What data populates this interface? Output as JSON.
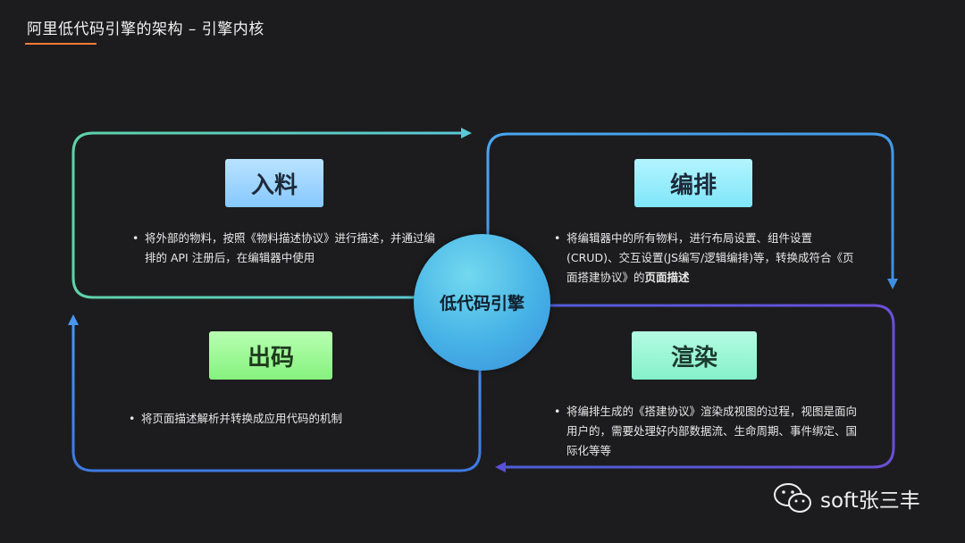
{
  "header": {
    "title": "阿里低代码引擎的架构 – 引擎内核",
    "accent_color": "#ff7a3a"
  },
  "center": {
    "label": "低代码引擎",
    "color": "#46b2e6"
  },
  "quadrants": {
    "intake": {
      "label": "入料",
      "description": "将外部的物料，按照《物料描述协议》进行描述，并通过编排的 API 注册后，在编辑器中使用",
      "color": "#86c8ff"
    },
    "arrange": {
      "label": "编排",
      "description_main": "将编辑器中的所有物料，进行布局设置、组件设置(CRUD)、交互设置(JS编写/逻辑编排)等，转换成符合《页面搭建协议》的",
      "description_bold": "页面描述",
      "color": "#7fe6f8"
    },
    "output": {
      "label": "出码",
      "description": "将页面描述解析并转换成应用代码的机制",
      "color": "#86f27f"
    },
    "render": {
      "label": "渲染",
      "description": "将编排生成的《搭建协议》渲染成视图的过程，视图是面向用户的，需要处理好内部数据流、生命周期、事件绑定、国际化等等",
      "color": "#85f1ca"
    }
  },
  "watermark": {
    "text": "soft张三丰",
    "icon": "wechat-icon"
  },
  "flow_colors": {
    "green_teal": [
      "#5fd3a8",
      "#59c9d6"
    ],
    "blue": [
      "#4aa6f0",
      "#3f8fe0"
    ],
    "purple": [
      "#6a4fd6",
      "#4d5fd9"
    ],
    "blue_dark": [
      "#3d7ae0",
      "#4a96ef"
    ]
  }
}
